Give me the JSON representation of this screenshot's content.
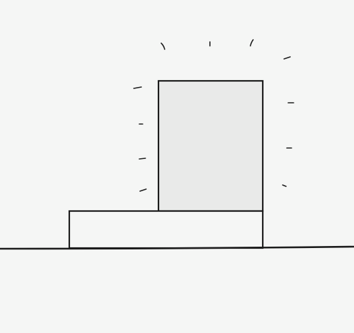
{
  "colors": {
    "background": "#f5f6f5",
    "stroke": "#1b1b1b",
    "tall_box_fill": "#e9eae9",
    "base_box_fill": "#f5f6f5"
  },
  "shapes": {
    "ground_line": "ground-line",
    "base_box": "base-box",
    "tall_box": "tall-box",
    "highlight_marks": "highlight-tick-marks"
  }
}
